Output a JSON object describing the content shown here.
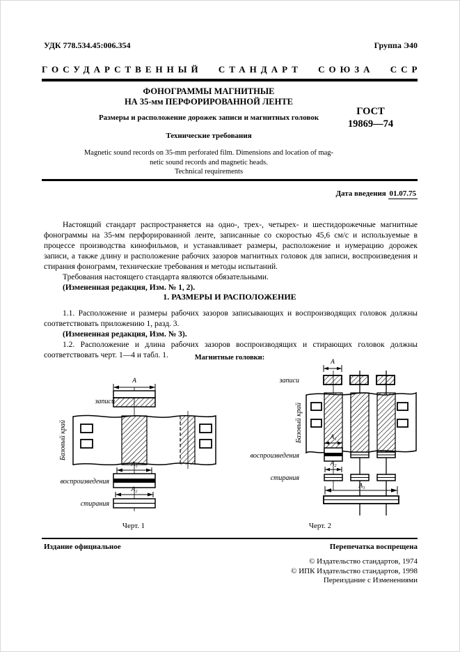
{
  "header": {
    "udk": "УДК 778.534.45:006.354",
    "group": "Группа Э40",
    "state_standard": "ГОСУДАРСТВЕННЫЙ СТАНДАРТ СОЮЗА ССР"
  },
  "title_block": {
    "title_line1": "ФОНОГРАММЫ МАГНИТНЫЕ",
    "title_line2": "НА 35-мм ПЕРФОРИРОВАННОЙ ЛЕНТЕ",
    "subtitle": "Размеры и расположение дорожек записи и магнитных головок",
    "tech_requirements": "Технические требования",
    "gost_label": "ГОСТ",
    "gost_number": "19869—74"
  },
  "english_block": {
    "line1": "Magnetic sound records on 35-mm perforated film. Dimensions and location of mag-",
    "line2": "netic sound records and magnetic heads.",
    "line3": "Technical requirements"
  },
  "effective_date": {
    "label": "Дата введения",
    "value": "01.07.75"
  },
  "intro": {
    "p1": "Настоящий стандарт распространяется на одно-, трех-, четырех- и шестидорожечные магнитные фонограммы на 35-мм перфорированной ленте, записанные со скоростью 45,6 см/с и используемые в процессе производства кинофильмов, и устанавливает размеры, расположение и нумерацию дорожек записи, а также длину и расположение рабочих зазоров магнитных головок для записи, воспроизведения и стирания фонограмм, технические требования и методы испытаний.",
    "p2": "Требования настоящего стандарта являются обязательными.",
    "p3": "(Измененная редакция, Изм. № 1, 2)."
  },
  "section1": {
    "heading": "1. РАЗМЕРЫ И РАСПОЛОЖЕНИЕ",
    "clause_1_1": "1.1. Расположение и размеры рабочих зазоров записывающих и воспроизводящих головок должны соответствовать приложению 1, разд. 3.",
    "amendment_1_1": "(Измененная редакция, Изм. № 3).",
    "clause_1_2": "1.2. Расположение и длина рабочих зазоров воспроизводящих и стирающих головок должны соответствовать черт. 1—4 и табл. 1.",
    "figures_intro": "Магнитные головки:"
  },
  "figure1": {
    "caption": "Черт. 1",
    "record_label": "записи",
    "base_edge_label": "Базовый край",
    "playback_label": "воспроизведения",
    "erase_label": "стирания",
    "dim_a": "А",
    "dim_a1": "А₁",
    "dim_a2": "А₂"
  },
  "figure2": {
    "caption": "Черт. 2",
    "record_label": "записи",
    "base_edge_label": "Базовый край",
    "playback_label": "воспроизведения",
    "erase_label": "стирания",
    "dim_a": "А",
    "dim_a1": "А₁",
    "dim_a2": "А₂",
    "dim_a3": "А₃"
  },
  "footer": {
    "official_edition": "Издание официальное",
    "reprint_forbidden": "Перепечатка воспрещена",
    "copyright_lines": [
      "© Издательство стандартов, 1974",
      "© ИПК Издательство стандартов, 1998",
      "Переиздание с Изменениями"
    ]
  },
  "colors": {
    "ink": "#000000",
    "paper": "#ffffff"
  }
}
